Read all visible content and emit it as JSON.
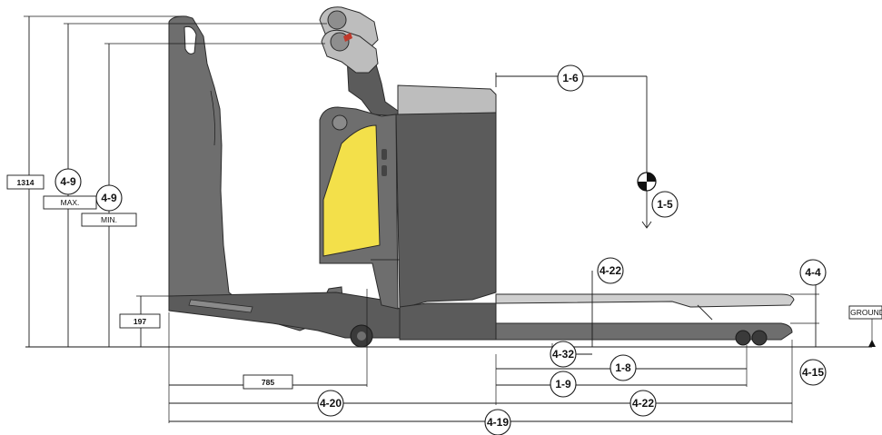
{
  "dimensions": {
    "overall_height": "1314",
    "step_height": "197",
    "wheel_offset": "785"
  },
  "labels": {
    "max": "MAX.",
    "min": "MIN.",
    "ground": "GROUND"
  },
  "callouts": {
    "c_4_9_max": "4-9",
    "c_4_9_min": "4-9",
    "c_1_6": "1-6",
    "c_1_5": "1-5",
    "c_4_22_top": "4-22",
    "c_4_4": "4-4",
    "c_4_32": "4-32",
    "c_1_8": "1-8",
    "c_1_9": "1-9",
    "c_4_15": "4-15",
    "c_4_20": "4-20",
    "c_4_22_bottom": "4-22",
    "c_4_19": "4-19"
  }
}
